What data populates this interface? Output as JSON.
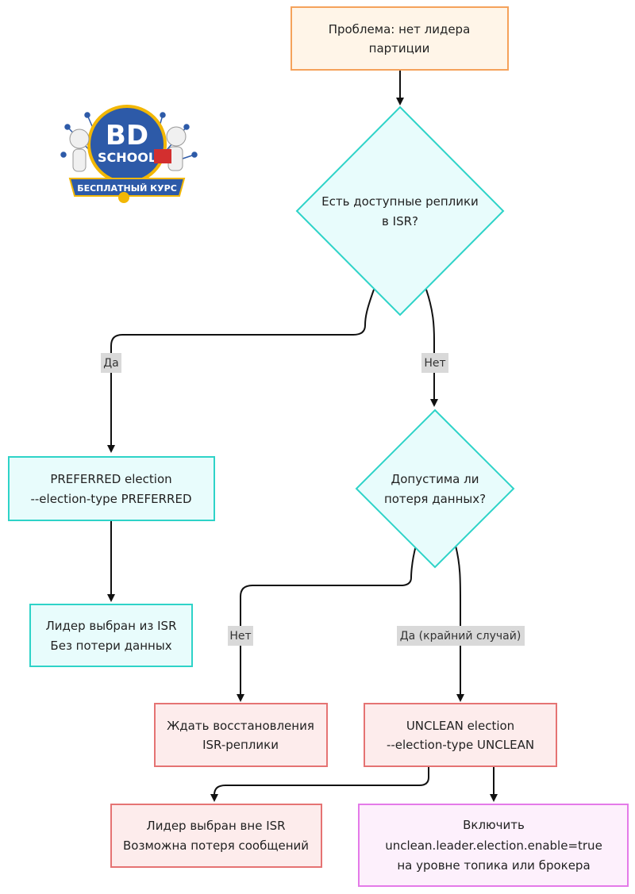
{
  "logo": {
    "title": "BD",
    "subtitle": "SCHOOL",
    "banner": "БЕСПЛАТНЫЙ КУРС"
  },
  "nodes": {
    "problem": {
      "lines": [
        "Проблема: нет лидера",
        "партиции"
      ]
    },
    "isr_check": {
      "lines": [
        "Есть доступные реплики",
        "в ISR?"
      ]
    },
    "preferred": {
      "lines": [
        "PREFERRED election",
        "--election-type PREFERRED"
      ]
    },
    "leader_isr": {
      "lines": [
        "Лидер выбран из ISR",
        "Без потери данных"
      ]
    },
    "loss_check": {
      "lines": [
        "Допустима ли",
        "потеря данных?"
      ]
    },
    "wait": {
      "lines": [
        "Ждать восстановления",
        "ISR-реплики"
      ]
    },
    "unclean": {
      "lines": [
        "UNCLEAN election",
        "--election-type UNCLEAN"
      ]
    },
    "leader_outside": {
      "lines": [
        "Лидер выбран вне ISR",
        "Возможна потеря сообщений"
      ]
    },
    "enable": {
      "lines": [
        "Включить",
        "unclean.leader.election.enable=true",
        "на уровне топика или брокера"
      ]
    }
  },
  "edge_labels": {
    "isr_yes": "Да",
    "isr_no": "Нет",
    "loss_no": "Нет",
    "loss_yes": "Да (крайний случай)"
  },
  "colors": {
    "orange_fill": "#fff5e8",
    "orange_stroke": "#f5a25b",
    "cyan_fill": "#e8fcfc",
    "cyan_stroke": "#2ed3c8",
    "red_fill": "#fdecec",
    "red_stroke": "#e57373",
    "purple_fill": "#fdf0fc",
    "purple_stroke": "#e47ae9",
    "label_bg": "#d9d9d9",
    "edge": "#111111"
  }
}
